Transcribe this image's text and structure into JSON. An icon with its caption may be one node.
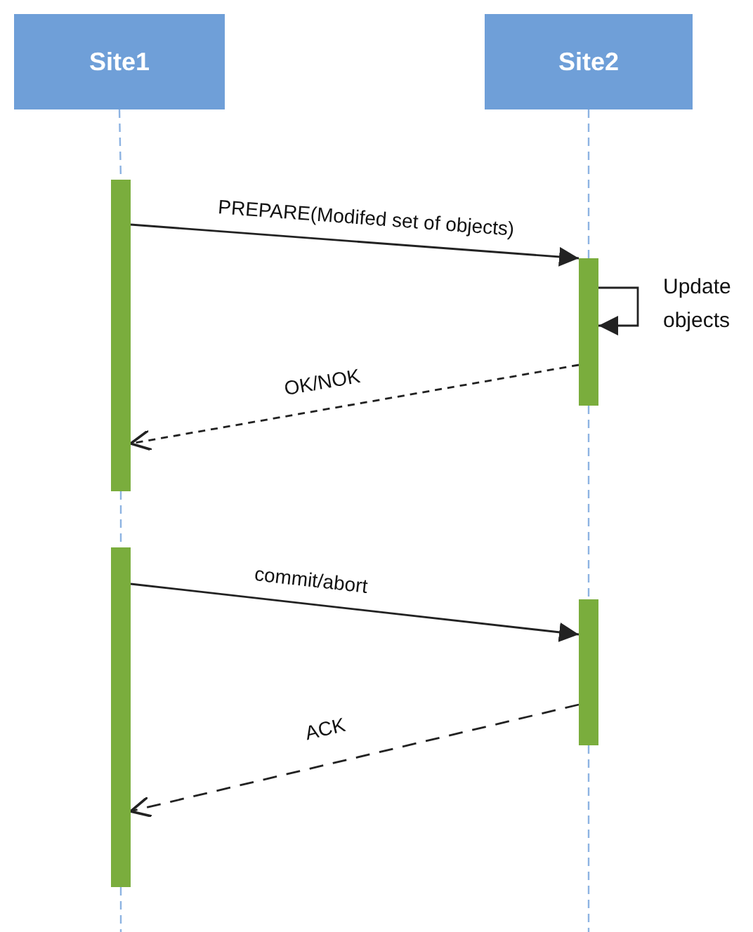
{
  "diagram": {
    "nodes": [
      {
        "text": [
          "Site1"
        ]
      },
      {
        "text": [
          "Site2"
        ]
      },
      {
        "text": [],
        "shape": "bar"
      },
      {
        "text": [],
        "shape": "bar"
      },
      {
        "text": [],
        "shape": "bar"
      },
      {
        "text": [],
        "shape": "bar"
      }
    ],
    "edges": [
      {
        "from": 0,
        "to": 2,
        "arrow": "none",
        "style": "dashed",
        "color": "#8db3e2"
      },
      {
        "from": 1,
        "to": 3,
        "arrow": "none",
        "style": "dashed",
        "color": "#8db3e2"
      },
      {
        "from": 2,
        "to": 4,
        "arrow": "none",
        "style": "dashed",
        "color": "#8db3e2"
      },
      {
        "from": 3,
        "to": 5,
        "arrow": "none",
        "style": "dashed",
        "color": "#8db3e2"
      },
      {
        "from": 4,
        "to": null,
        "arrow": "none",
        "style": "dashed",
        "color": "#8db3e2"
      },
      {
        "from": 5,
        "to": null,
        "arrow": "none",
        "style": "dashed",
        "color": "#8db3e2"
      },
      {
        "from": 2,
        "to": 3,
        "arrow": "to",
        "color": "#222222",
        "label": "PREPARE(Modifed set of objects)"
      },
      {
        "from": 3,
        "to": 3,
        "arrow": "to",
        "color": "#222222",
        "label": "Update objects"
      },
      {
        "from": 3,
        "to": 2,
        "arrow": "to",
        "style": "dashed",
        "color": "#222222",
        "label": "OK/NOK"
      },
      {
        "from": 4,
        "to": 5,
        "arrow": "to",
        "color": "#222222",
        "label": "commit/abort"
      },
      {
        "from": 5,
        "to": 4,
        "arrow": "to",
        "style": "dashed",
        "color": "#222222",
        "label": "ACK"
      }
    ]
  }
}
